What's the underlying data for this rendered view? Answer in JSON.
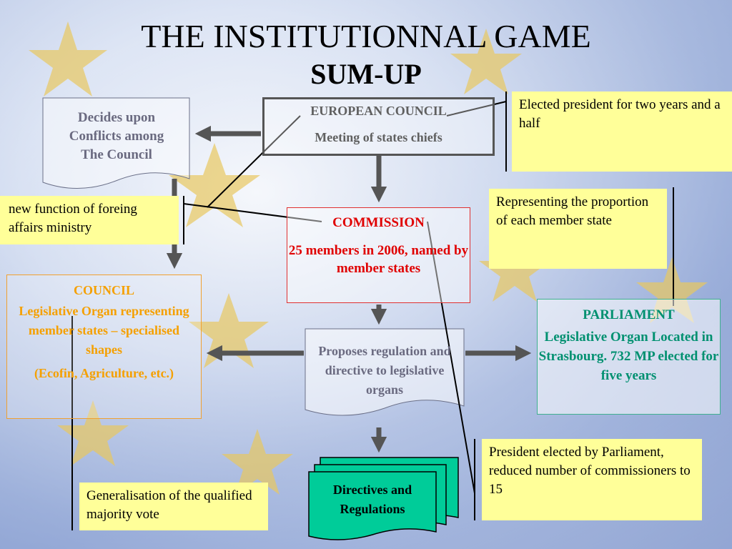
{
  "title": {
    "line1": "THE INSTITUTIONNAL GAME",
    "line2": "SUM-UP"
  },
  "european_council": {
    "name": "EUROPEAN COUNCIL",
    "description": "Meeting of states chiefs"
  },
  "decides_doc": {
    "line1": "Decides upon",
    "line2": "Conflicts among",
    "line3": "The Council"
  },
  "commission": {
    "name": "COMMISSION",
    "description": "25 members in 2006, named by member states"
  },
  "council": {
    "name": "COUNCIL",
    "description": "Legislative Organ representing member states – specialised shapes",
    "examples": "(Ecofin, Agriculture, etc.)"
  },
  "proposes_doc": {
    "text": "Proposes regulation and directive to legislative organs"
  },
  "parliament": {
    "name": "PARLIAMENT",
    "description": "Legislative Organ Located in Strasbourg. 732 MP elected for five years"
  },
  "output_docs": {
    "line1": "Directives and",
    "line2": "Regulations"
  },
  "notes": {
    "elected_president": "Elected president for two years and a half",
    "foreign_affairs": "new function of foreing affairs ministry",
    "representing": "Representing the proportion of each member state",
    "president_commission": "President elected by Parliament, reduced number of commissioners to 15",
    "qualified_majority": "Generalisation of the qualified majority vote"
  },
  "colors": {
    "european_council": "#606060",
    "commission": "#e00000",
    "council": "#f5a000",
    "parliament": "#009070",
    "note_bg": "#ffff99",
    "output_docs": "#00cc99",
    "arrow": "#555555"
  }
}
